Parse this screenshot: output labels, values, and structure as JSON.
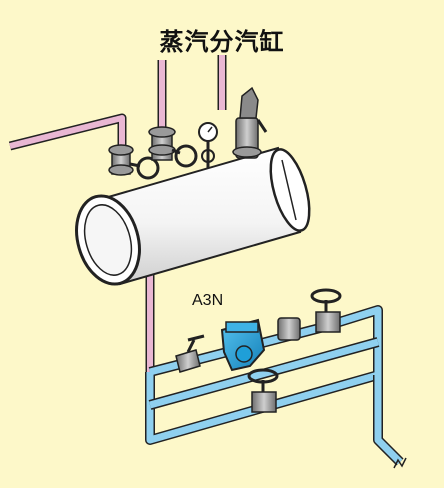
{
  "title": "蒸汽分汽缸",
  "labels": {
    "trap": "A3N"
  },
  "colors": {
    "background": "#fdf8c9",
    "steam_pipe": "#e9b7d3",
    "condensate_pipe": "#8fd0ef",
    "trap_body": "#1f9fd8",
    "valve_gray": "#8a8a8a",
    "vessel_white": "#ffffff"
  },
  "icons": [
    "steam-header-vessel",
    "globe-valve-icon",
    "pressure-gauge-icon",
    "safety-valve-icon",
    "steam-trap-icon",
    "handwheel-icon"
  ]
}
